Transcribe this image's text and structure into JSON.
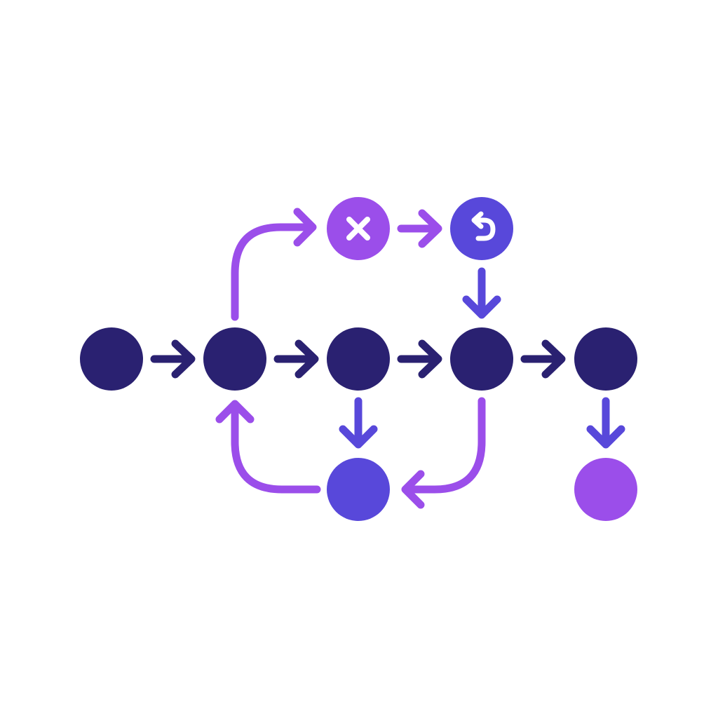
{
  "colors": {
    "navy": "#2a2171",
    "purple": "#9b4eea",
    "indigo": "#5848da",
    "background": "#ffffff",
    "icon": "#ffffff"
  },
  "nodes": [
    {
      "id": "n1",
      "color": "navy"
    },
    {
      "id": "n2",
      "color": "navy"
    },
    {
      "id": "n3",
      "color": "navy"
    },
    {
      "id": "n4",
      "color": "navy"
    },
    {
      "id": "n5",
      "color": "navy"
    },
    {
      "id": "cancel",
      "color": "purple",
      "icon": "x-icon"
    },
    {
      "id": "undo",
      "color": "indigo",
      "icon": "undo-icon"
    },
    {
      "id": "merge",
      "color": "indigo"
    },
    {
      "id": "end",
      "color": "purple"
    }
  ],
  "edges": [
    {
      "from": "n1",
      "to": "n2",
      "color": "navy"
    },
    {
      "from": "n2",
      "to": "n3",
      "color": "navy"
    },
    {
      "from": "n3",
      "to": "n4",
      "color": "navy"
    },
    {
      "from": "n4",
      "to": "n5",
      "color": "navy"
    },
    {
      "from": "n2",
      "to": "cancel",
      "color": "purple"
    },
    {
      "from": "cancel",
      "to": "undo",
      "color": "purple"
    },
    {
      "from": "undo",
      "to": "n4",
      "color": "indigo"
    },
    {
      "from": "n3",
      "to": "merge",
      "color": "indigo"
    },
    {
      "from": "n4",
      "to": "merge",
      "color": "purple"
    },
    {
      "from": "merge",
      "to": "n2",
      "color": "purple"
    },
    {
      "from": "n5",
      "to": "end",
      "color": "indigo"
    }
  ]
}
